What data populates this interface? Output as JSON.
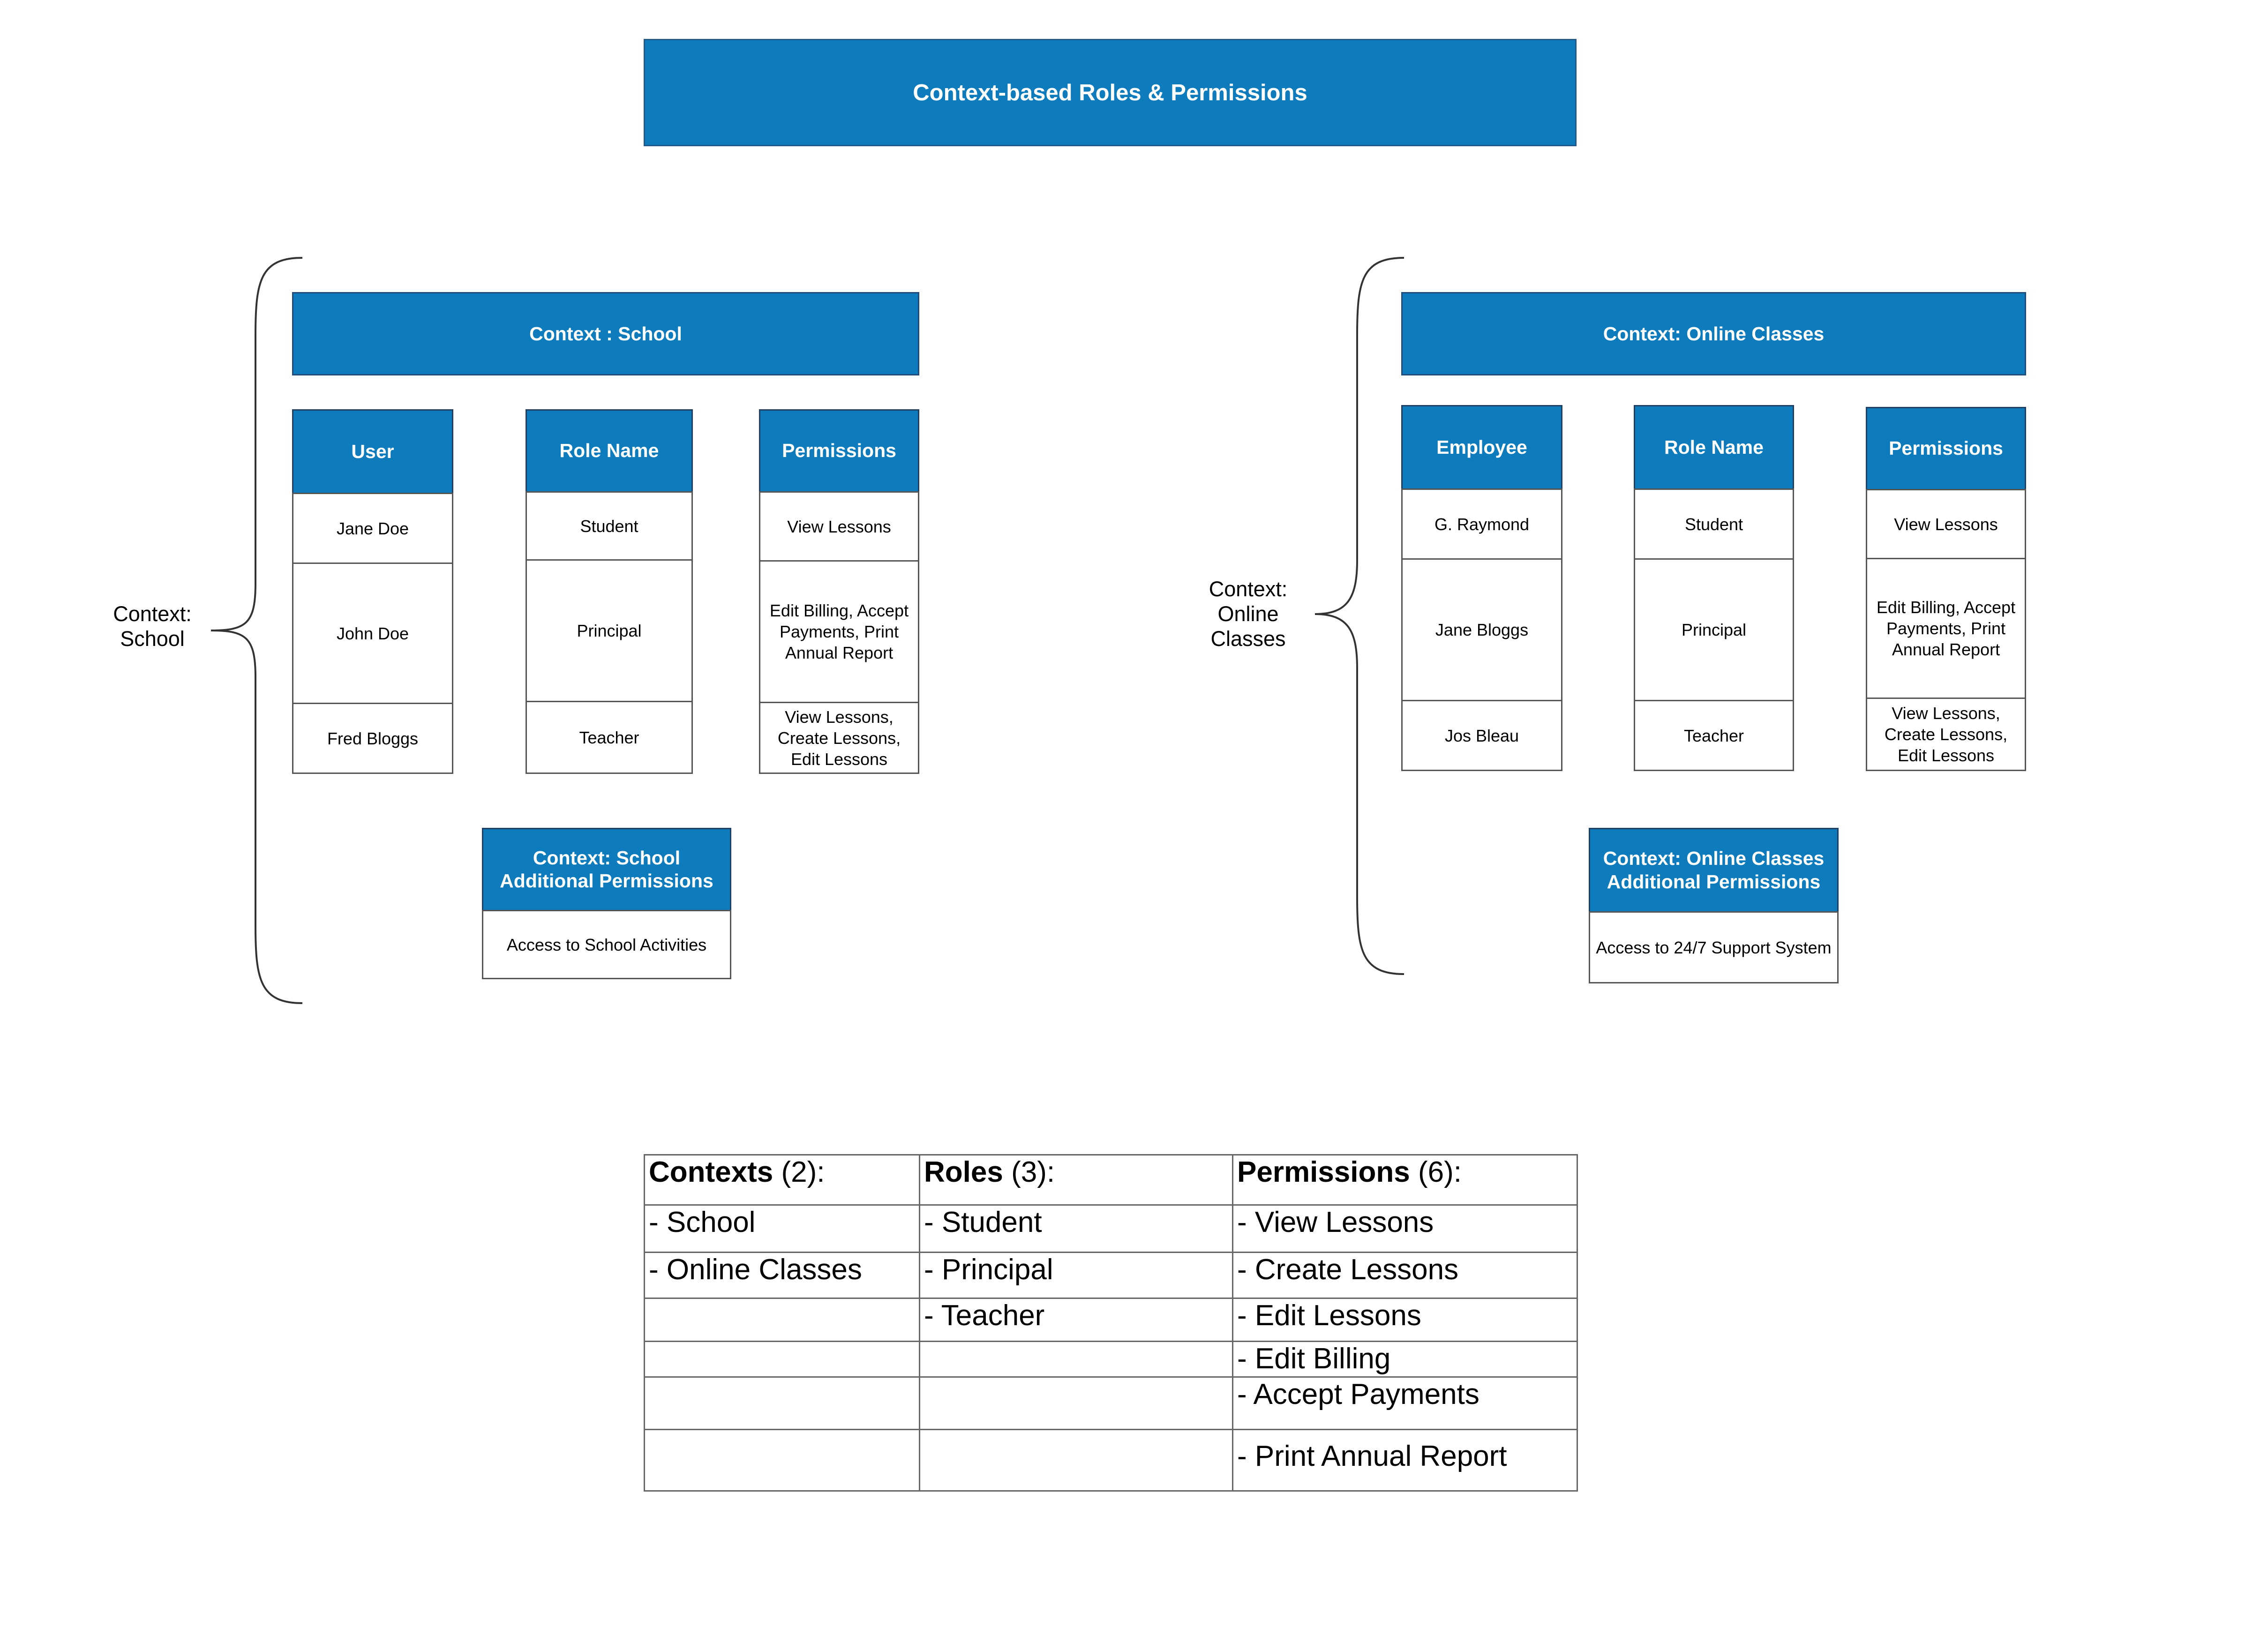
{
  "title": "Context-based Roles & Permissions",
  "school": {
    "side_label": "Context:\nSchool",
    "context_bar": "Context : School",
    "columns": [
      {
        "header": "User",
        "cells": [
          "Jane Doe",
          "John Doe",
          "Fred Bloggs"
        ]
      },
      {
        "header": "Role Name",
        "cells": [
          "Student",
          "Principal",
          "Teacher"
        ]
      },
      {
        "header": "Permissions",
        "cells": [
          "View Lessons",
          "Edit Billing, Accept Payments, Print Annual Report",
          "View Lessons, Create Lessons, Edit Lessons"
        ]
      }
    ],
    "additional": {
      "header": "Context: School Additional Permissions",
      "cell": "Access to School Activities"
    }
  },
  "online": {
    "side_label": "Context:\nOnline\nClasses",
    "context_bar": "Context: Online Classes",
    "columns": [
      {
        "header": "Employee",
        "cells": [
          "G. Raymond",
          "Jane Bloggs",
          "Jos Bleau"
        ]
      },
      {
        "header": "Role Name",
        "cells": [
          "Student",
          "Principal",
          "Teacher"
        ]
      },
      {
        "header": "Permissions",
        "cells": [
          "View Lessons",
          "Edit Billing, Accept Payments, Print Annual Report",
          "View Lessons, Create Lessons, Edit Lessons"
        ]
      }
    ],
    "additional": {
      "header": "Context: Online Classes Additional Permissions",
      "cell": "Access to 24/7 Support System"
    }
  },
  "summary": {
    "headers": [
      {
        "bold": "Contexts",
        "count": " (2):"
      },
      {
        "bold": "Roles",
        "count": " (3):"
      },
      {
        "bold": "Permissions",
        "count": " (6):"
      }
    ],
    "rows": [
      [
        "- School",
        "- Student",
        "- View Lessons"
      ],
      [
        "- Online Classes",
        "- Principal",
        "- Create Lessons"
      ],
      [
        "",
        "- Teacher",
        "- Edit Lessons"
      ],
      [
        "",
        "",
        "- Edit Billing"
      ],
      [
        "",
        "",
        "- Accept Payments"
      ],
      [
        "",
        "",
        "- Print Annual Report"
      ]
    ]
  }
}
